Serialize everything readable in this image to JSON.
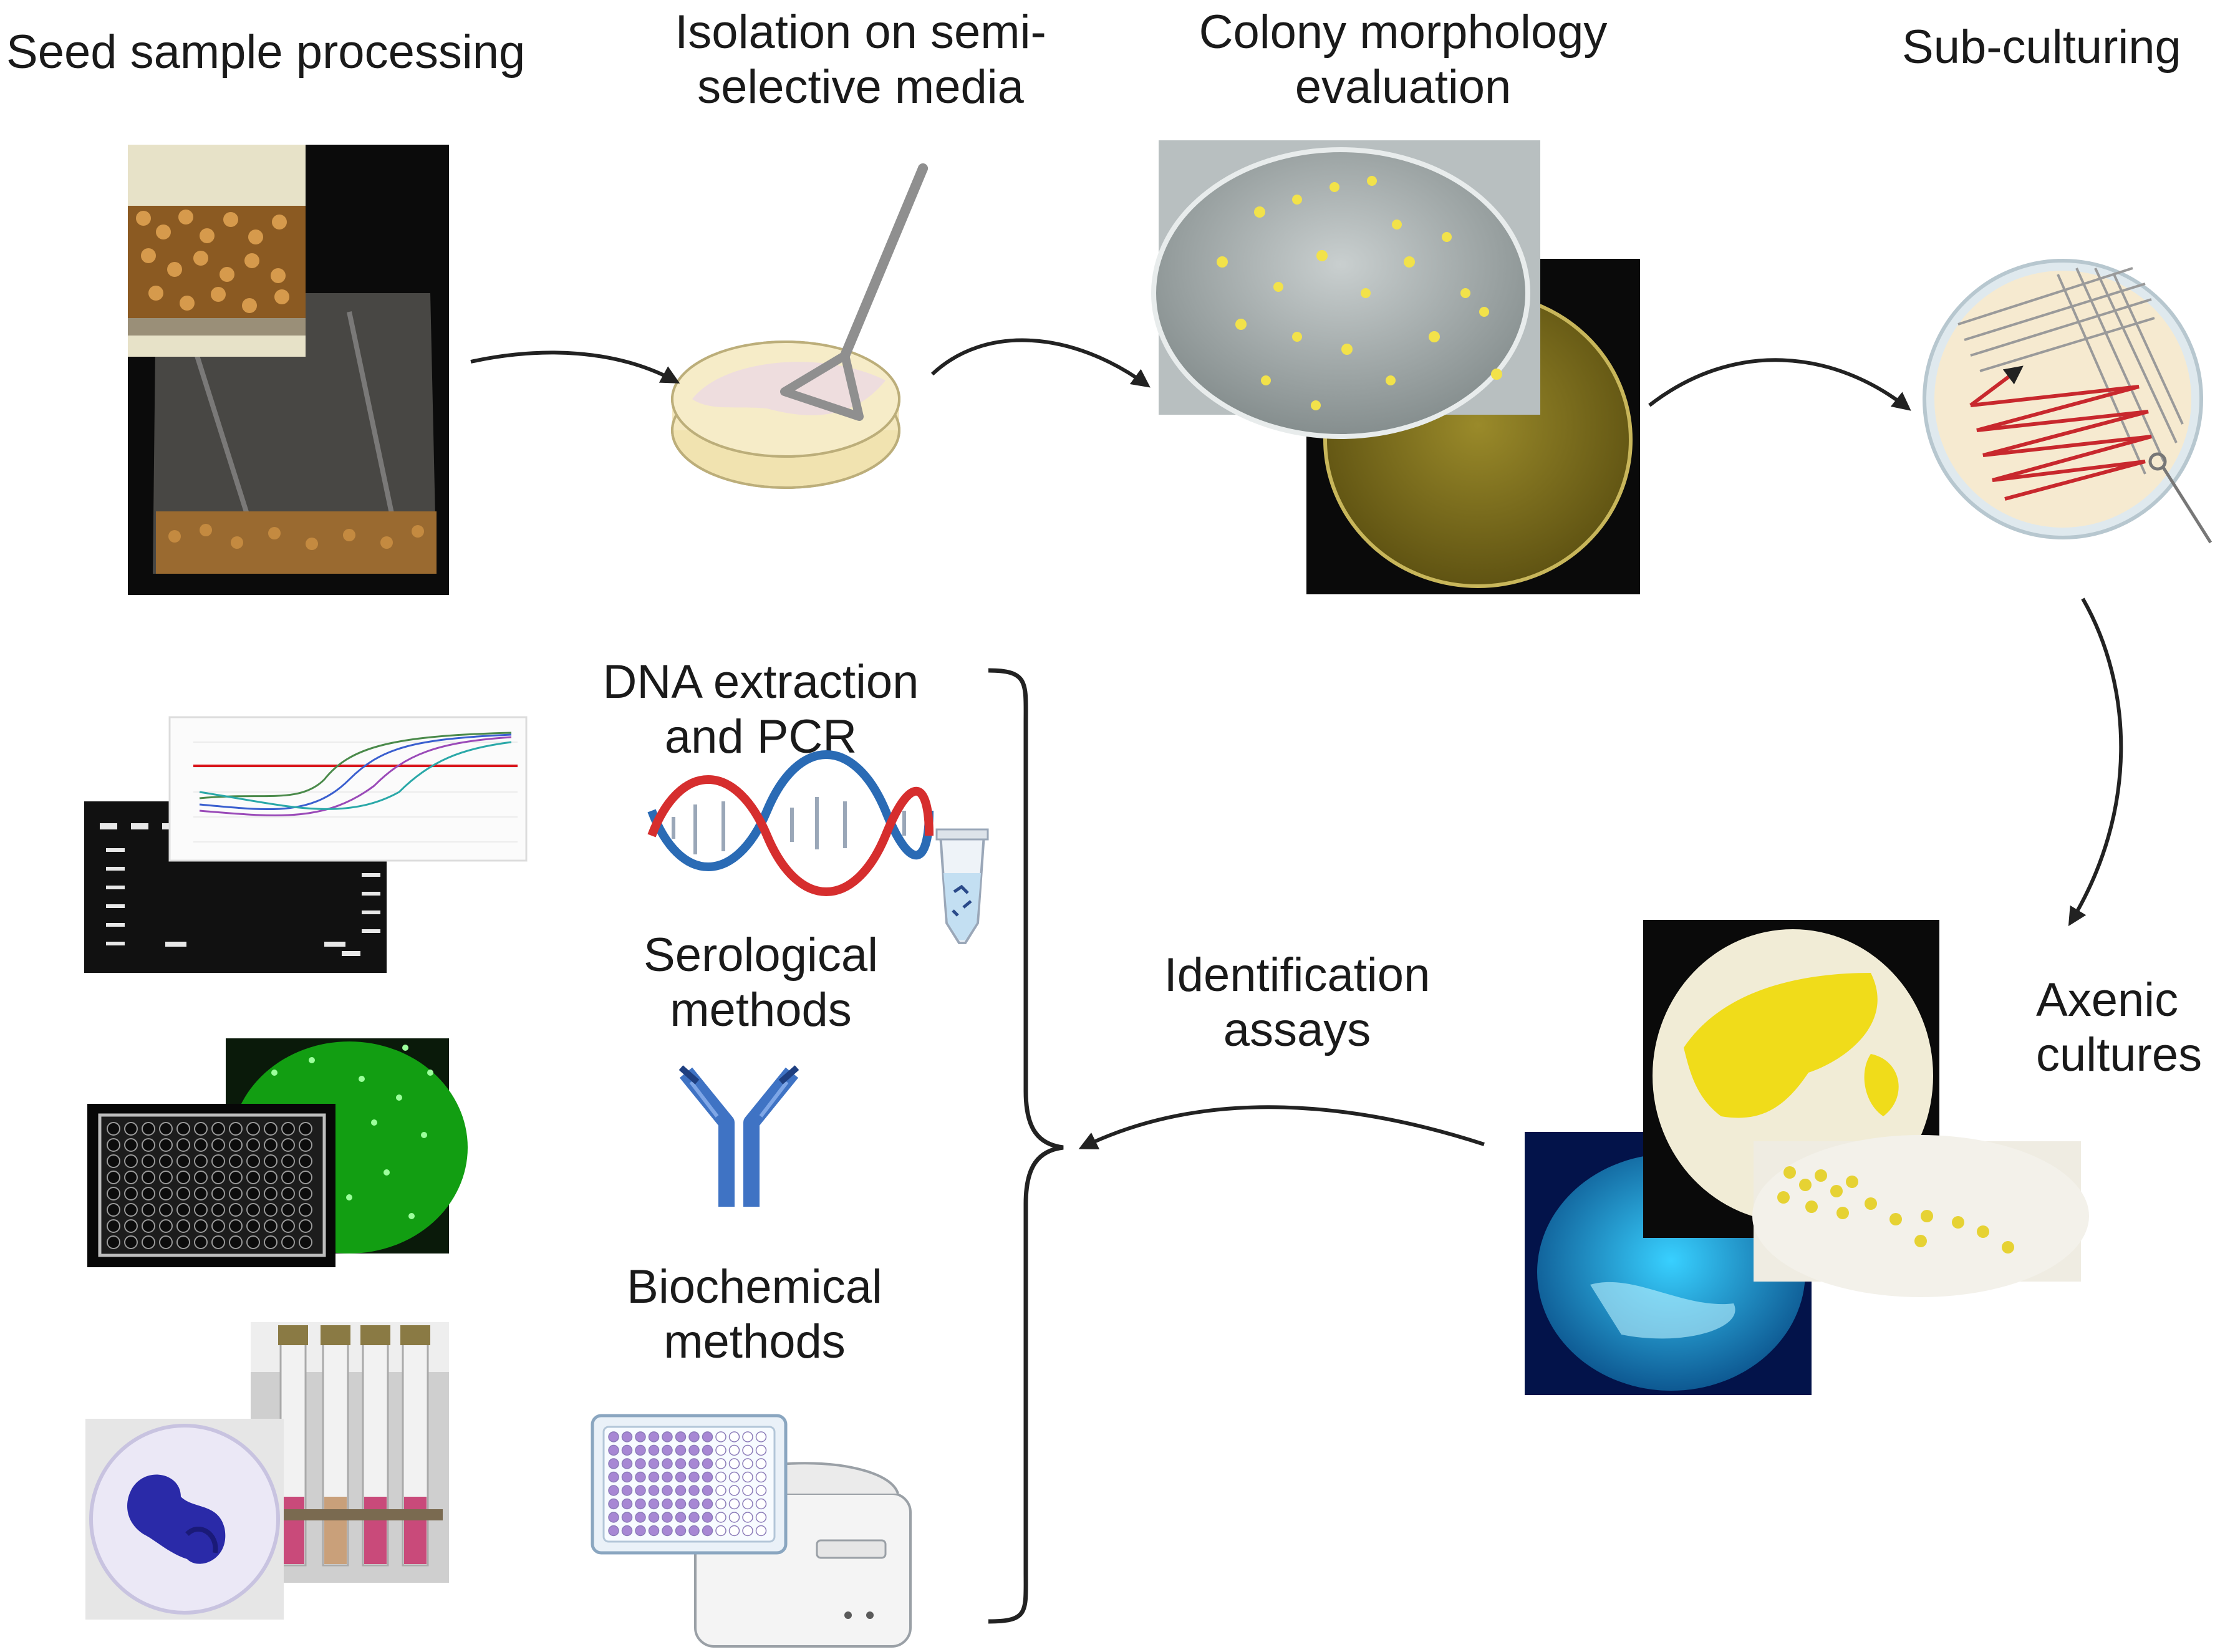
{
  "steps": {
    "seed": {
      "label": "Seed sample processing"
    },
    "isolation": {
      "line1": "Isolation on semi-",
      "line2": "selective media"
    },
    "colony": {
      "line1": "Colony morphology",
      "line2": "evaluation"
    },
    "subculture": {
      "label": "Sub-culturing"
    },
    "axenic": {
      "line1": "Axenic",
      "line2": "cultures"
    },
    "identification": {
      "line1": "Identification",
      "line2": "assays"
    }
  },
  "methods": {
    "dna": {
      "line1": "DNA extraction",
      "line2": "and PCR"
    },
    "serological": {
      "line1": "Serological",
      "line2": "methods"
    },
    "biochemical": {
      "line1": "Biochemical",
      "line2": "methods"
    }
  },
  "colors": {
    "arrow": "#222222",
    "agar_cream": "#f6ecc8",
    "colony_yellow": "#f2e24a",
    "streak_red": "#c8282d",
    "dna_blue": "#2a6bb5",
    "dna_red": "#d62e2e",
    "antibody_blue": "#3f73c4",
    "plate_purple": "#a787d4",
    "fluor_green": "#18c21a",
    "fluor_cyan": "#1ab6e8",
    "stain_blue": "#2a2aa8",
    "tube_pink": "#c94a7a"
  },
  "icons": [
    "seed-bag-photo",
    "spreader-icon",
    "petri-dish-icon",
    "colony-plate-photo",
    "streak-plate-icon",
    "axenic-culture-photo",
    "gel-photo",
    "pcr-curve-chart",
    "dna-helix-icon",
    "tube-icon",
    "antibody-icon",
    "elisa-plate-photo",
    "fluorescence-photo",
    "biochemical-tubes-photo",
    "stain-photo",
    "microplate-icon",
    "plate-reader-icon"
  ]
}
